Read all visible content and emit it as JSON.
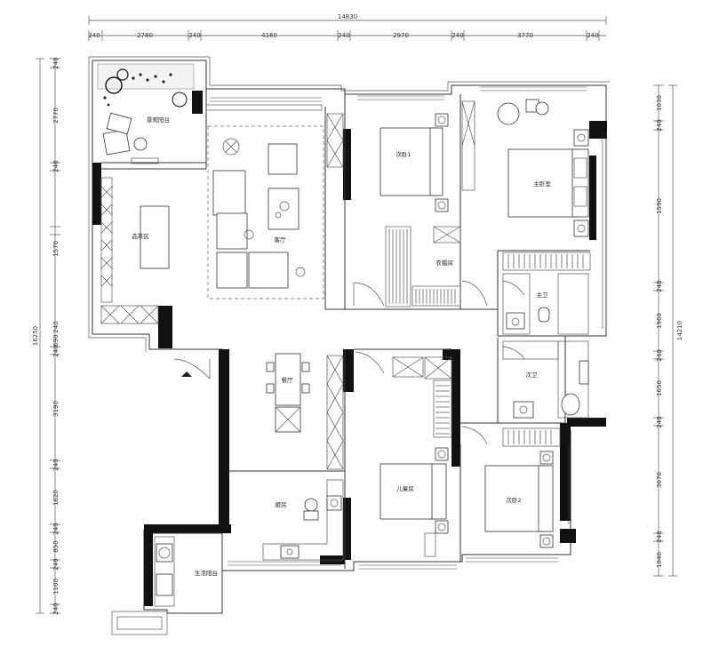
{
  "dimensions": {
    "top_total": "14830",
    "top_segments": [
      "240",
      "2780",
      "240",
      "4160",
      "240",
      "2970",
      "240",
      "3770",
      "240"
    ],
    "left_total": "16250",
    "left_segments": [
      "240",
      "2770",
      "240",
      "1570",
      "240",
      "690",
      "240",
      "3190",
      "240",
      "1620",
      "240",
      "850",
      "240",
      "1100",
      "240"
    ],
    "right_total": "14210",
    "right_segments": [
      "1030",
      "240",
      "1590",
      "240",
      "1960",
      "240",
      "1650",
      "240",
      "3070",
      "240",
      "1040"
    ]
  },
  "rooms": {
    "leisure_balcony": "景观阳台",
    "tea_area": "品茶区",
    "living_room": "客厅",
    "second_bedroom_1": "次卧1",
    "master_bedroom": "主卧室",
    "walk_in_closet": "衣帽间",
    "master_bath": "主卫",
    "second_bath": "次卫",
    "dining_room": "餐厅",
    "kids_room": "儿童房",
    "second_bedroom_2": "次卧2",
    "kitchen": "厨房",
    "utility_balcony": "生活阳台"
  }
}
